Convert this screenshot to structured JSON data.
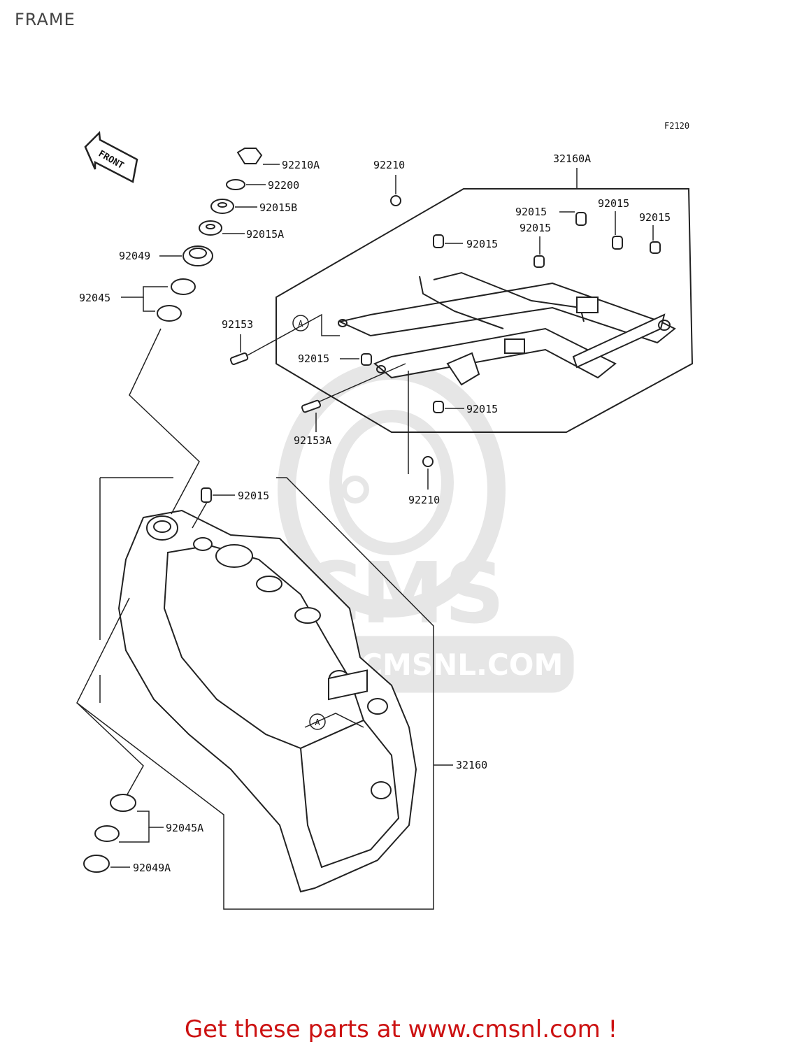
{
  "page": {
    "title": "FRAME"
  },
  "diagram": {
    "code": "F2120",
    "front_label": "FRONT",
    "callout_label": "A",
    "part_labels": [
      "92210A",
      "92200",
      "92015B",
      "92015A",
      "92049",
      "92045",
      "92210",
      "32160A",
      "92015",
      "92015",
      "92015",
      "92015",
      "92015",
      "92153",
      "92015",
      "92153A",
      "92015",
      "92210",
      "92015",
      "32160",
      "92045A",
      "92049A"
    ]
  },
  "watermark": {
    "brand": "CMS",
    "site": "WWW.CMSNL.COM"
  },
  "footer": {
    "text": "Get these parts at www.cmsnl.com !"
  },
  "colors": {
    "line": "#222222",
    "footer": "#cc1111",
    "watermark": "#e6e6e6"
  }
}
